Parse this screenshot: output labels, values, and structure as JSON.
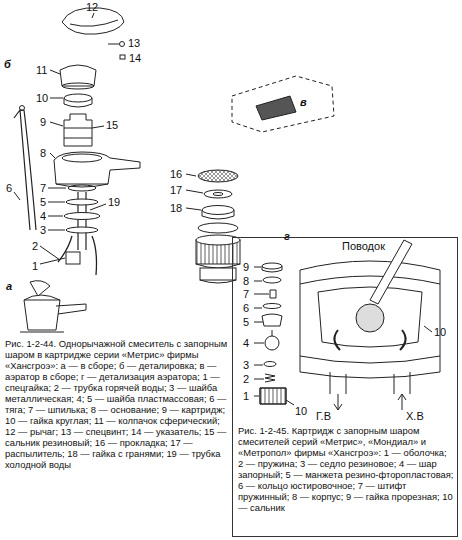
{
  "diagram": {
    "labels": [
      "12",
      "б",
      "13",
      "14",
      "11",
      "10",
      "9",
      "15",
      "8",
      "6",
      "7",
      "5",
      "4",
      "3",
      "2",
      "1",
      "19",
      "а",
      "в",
      "16",
      "17",
      "18",
      "г",
      "Рис. 1-2-44. Однорычажной смеситель с запорным шаром в картридже серии «Метрис» фирмы «Хансгроэ»: а — в сборе; б — деталировка; в — аэратор в сборе; г — детализация аэратора; 1 — спецгайка; 2 — трубка горячей воды; 3 — шайба металлическая; 4; 5 — шайба пластмассовая; 6 — тяга; 7 — шпилька; 8 — основание; 9 — картридж; 10 — гайка круглая; 11 — колпачок сферический; 12 — рычаг; 13 — спецвинт; 14 — указатель; 15 — сальник резиновый; 16 — прокладка; 17 — распылитель; 18 — гайка с гранями; 19 — трубка холодной воды",
      "Поводок",
      "9",
      "8",
      "7",
      "6",
      "5",
      "4",
      "3",
      "2",
      "1",
      "10",
      "10",
      "Г.В",
      "Х.В",
      "Рис. 1-2-45. Картридж с запорным шаром смесителей серий «Метрис», «Мондиал» и «Метропол» фирмы «Хансгроэ»: 1 — оболочка; 2 — пружина; 3 — седло резиновое; 4 — шар запорный; 5 — манжета резино-фторопластовая; 6 — кольцо юстировочное; 7 — штифт пружинный; 8 — корпус; 9 — гайка прорезная; 10 — сальник"
    ]
  }
}
